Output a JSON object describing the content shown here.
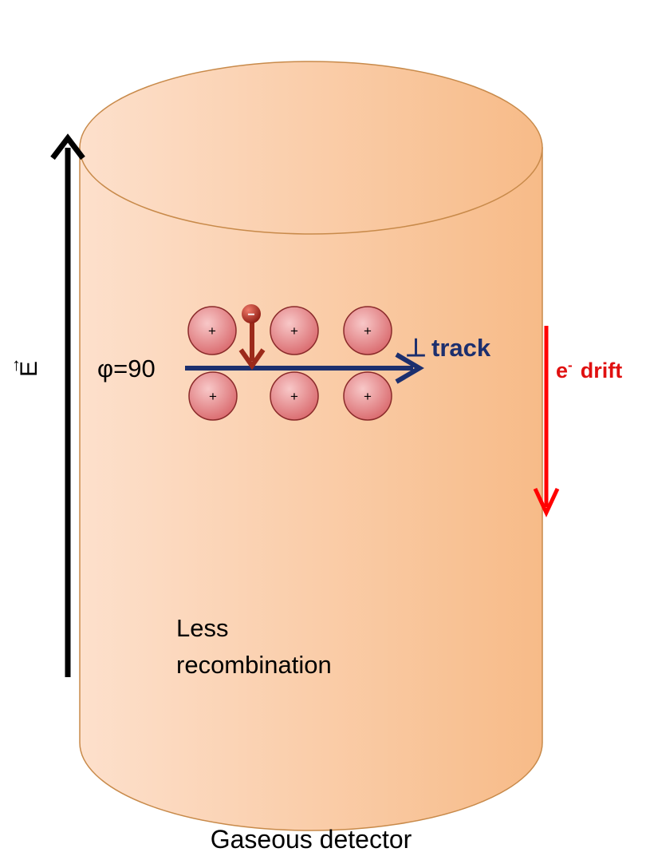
{
  "field": {
    "label": "E",
    "arrow": "→"
  },
  "angle_label": "φ=90",
  "ion_sign": "+",
  "electron_sign": "−",
  "track": {
    "symbol": "⊥",
    "label": "track"
  },
  "drift": {
    "base": "e",
    "sup": "-",
    "label": "drift"
  },
  "recombination": {
    "line1": "Less",
    "line2": "recombination"
  },
  "caption": "Gaseous detector",
  "colors": {
    "cylinder_stroke": "#c88a4a",
    "track": "#1c2f6e",
    "drift": "#ff0000",
    "field": "#000000",
    "electron_arrow": "#9c2a1a",
    "ion_fill": "#e4868a",
    "ion_stroke": "#8a2a2a"
  }
}
